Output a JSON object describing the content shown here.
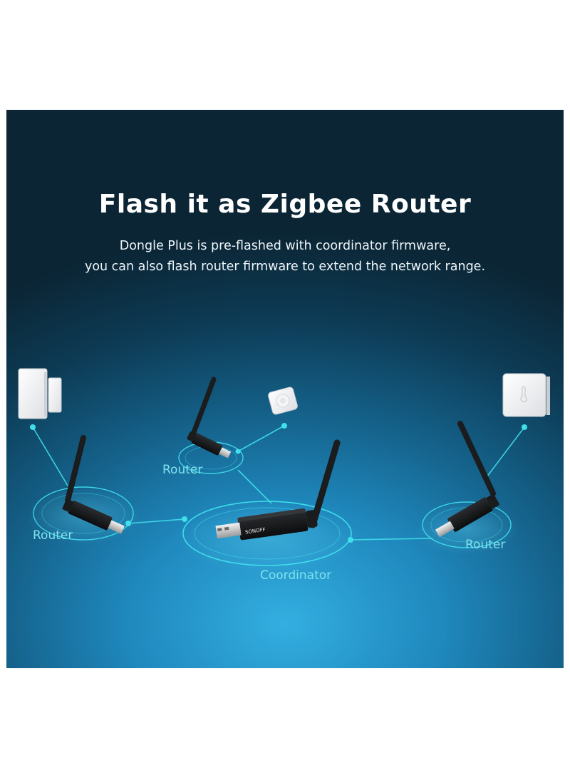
{
  "heading": {
    "title": "Flash it as Zigbee Router",
    "line1": "Dongle Plus is pre-flashed with coordinator firmware,",
    "line2": "you can also flash router firmware to extend the network range."
  },
  "labels": {
    "router_top": "Router",
    "router_left": "Router",
    "router_right": "Router",
    "coordinator": "Coordinator"
  },
  "device_brand": "Sonoff",
  "colors": {
    "accent": "#3fe0ec",
    "label": "#7fe3ee",
    "background_dark": "#0b2534",
    "background_light": "#33aee0"
  }
}
